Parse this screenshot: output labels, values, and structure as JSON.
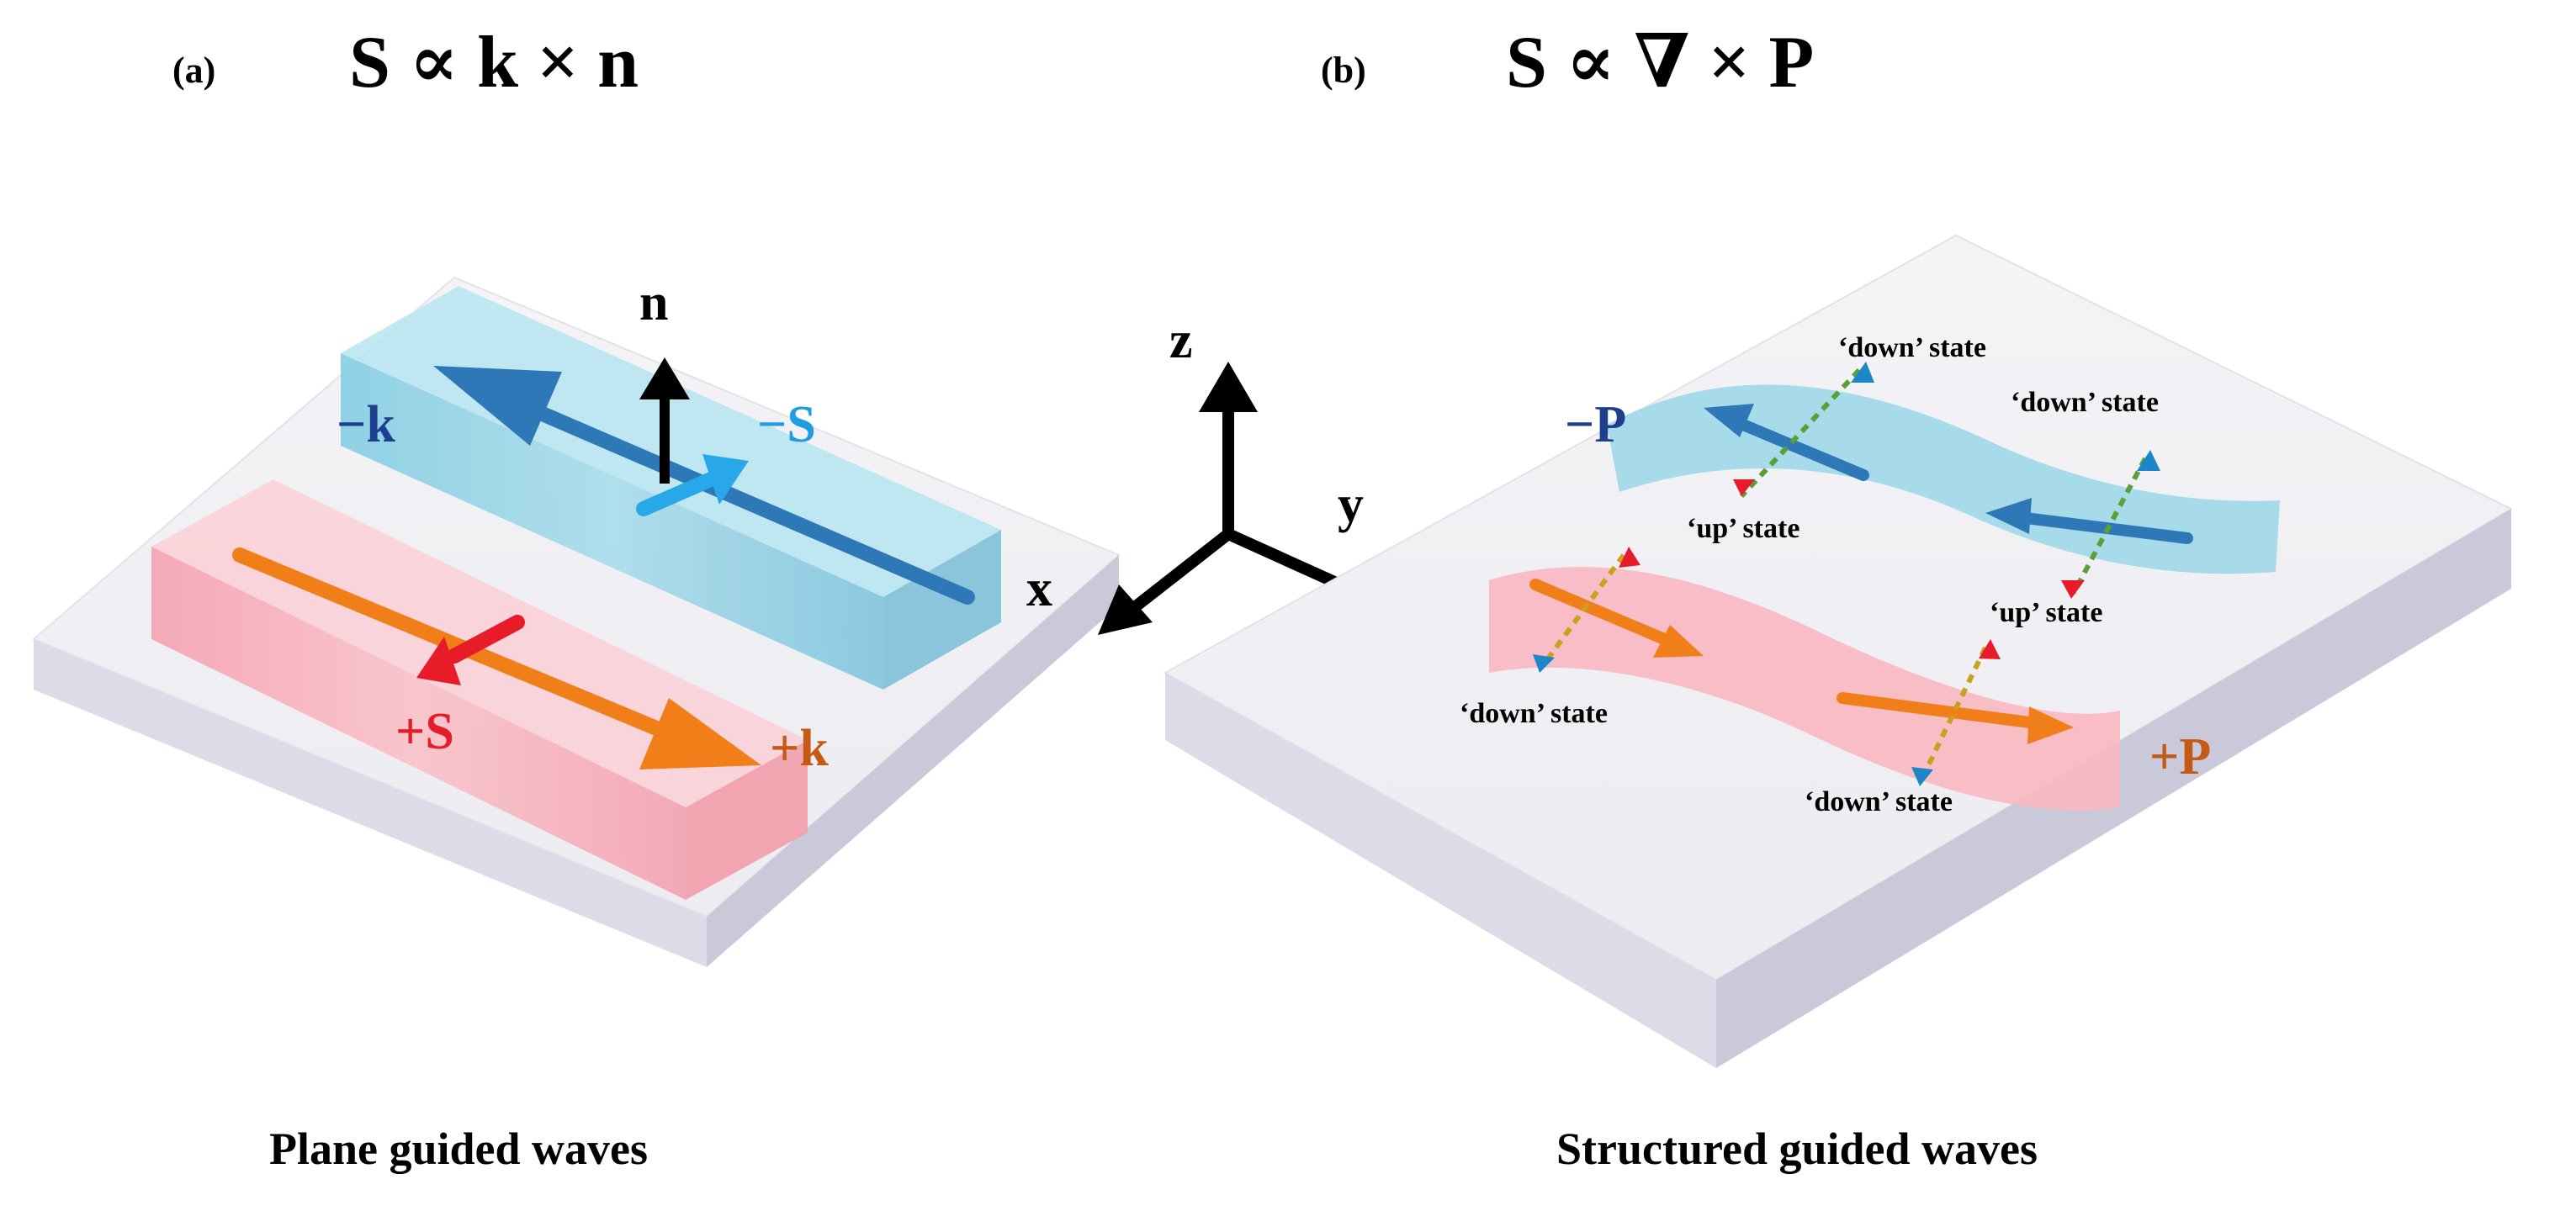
{
  "panel_a": {
    "label": "(a)",
    "formula": "S ∝ k × n",
    "caption": "Plane guided waves",
    "labels": {
      "n": "n",
      "minus_k": "−k",
      "minus_s": "−S",
      "plus_s": "+S",
      "plus_k": "+k"
    }
  },
  "panel_b": {
    "label": "(b)",
    "formula": "S ∝ ∇ × P",
    "caption": "Structured guided waves",
    "labels": {
      "minus_p": "−P",
      "plus_p": "+P",
      "down_state_1": "‘down’ state",
      "down_state_2": "‘down’ state",
      "up_state_1": "‘up’ state",
      "up_state_2": "‘up’ state",
      "down_state_3": "‘down’ state",
      "down_state_4": "‘down’ state"
    }
  },
  "axes": {
    "z": "z",
    "y": "y",
    "x": "x"
  },
  "colors": {
    "slab_top": "#f3f3f6",
    "slab_side": "#d4d4e4",
    "blue_guide": "#9ad9e8",
    "pink_guide": "#f7b7c1",
    "k_arrow_orange": "#f07f1a",
    "k_arrow_blue": "#2f78b7",
    "s_red": "#e81c28",
    "s_blue": "#28a8e8",
    "label_orange": "#c45a14",
    "label_red": "#e41d2b",
    "label_blue_dark": "#1e3f8e",
    "label_blue_light": "#1f9de0"
  }
}
